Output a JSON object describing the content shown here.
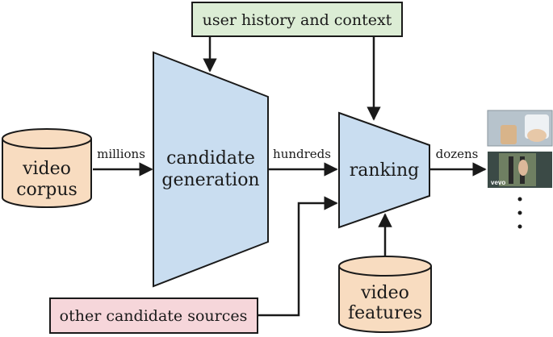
{
  "boxes": {
    "user_history": "user history and context",
    "other_sources": "other candidate sources"
  },
  "stages": {
    "candidate_generation": [
      "candidate",
      "generation"
    ],
    "ranking": "ranking"
  },
  "databases": {
    "video_corpus": [
      "video",
      "corpus"
    ],
    "video_features": [
      "video",
      "features"
    ]
  },
  "edges": {
    "millions": "millions",
    "hundreds": "hundreds",
    "dozens": "dozens"
  },
  "thumbnails": {
    "vevo_text": "vevo"
  },
  "colors": {
    "green_box": "#dcedd5",
    "pink_box": "#f6d6da",
    "blue_stage": "#c9ddf0",
    "db_fill": "#f8dcc0",
    "stroke": "#1a1a1a"
  }
}
